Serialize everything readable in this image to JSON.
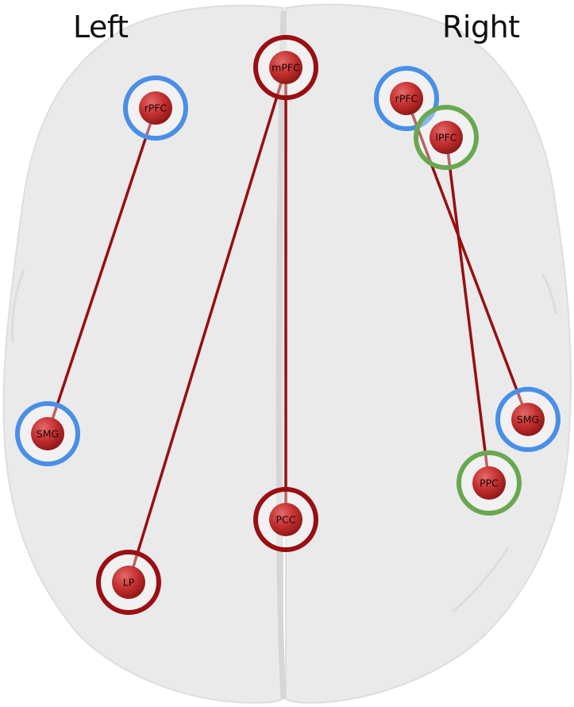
{
  "labels": {
    "left": "Left",
    "right": "Right"
  },
  "colors": {
    "brain": "#eaeaeb",
    "brain_edge": "#dcdcdd",
    "midline": "#d6d6d7",
    "connection": "#990f0f",
    "node_fill": "#c32f2f",
    "ring_default_mode": "#9a0f12",
    "ring_blue": "#4a8fe6",
    "ring_green": "#6aa84f"
  },
  "nodes": [
    {
      "id": "mPFC",
      "label": "mPFC",
      "ring": "ring_default_mode"
    },
    {
      "id": "PCC",
      "label": "PCC",
      "ring": "ring_default_mode"
    },
    {
      "id": "LP",
      "label": "LP",
      "ring": "ring_default_mode"
    },
    {
      "id": "rPFC-L",
      "label": "rPFC",
      "ring": "ring_blue"
    },
    {
      "id": "SMG-L",
      "label": "SMG",
      "ring": "ring_blue"
    },
    {
      "id": "rPFC-R",
      "label": "rPFC",
      "ring": "ring_blue"
    },
    {
      "id": "SMG-R",
      "label": "SMG",
      "ring": "ring_blue"
    },
    {
      "id": "lPFC",
      "label": "lPFC",
      "ring": "ring_green"
    },
    {
      "id": "PPC",
      "label": "PPC",
      "ring": "ring_green"
    }
  ],
  "edges": [
    [
      "rPFC-L",
      "SMG-L"
    ],
    [
      "mPFC",
      "LP"
    ],
    [
      "mPFC",
      "PCC"
    ],
    [
      "rPFC-R",
      "SMG-R"
    ],
    [
      "lPFC",
      "PPC"
    ]
  ]
}
